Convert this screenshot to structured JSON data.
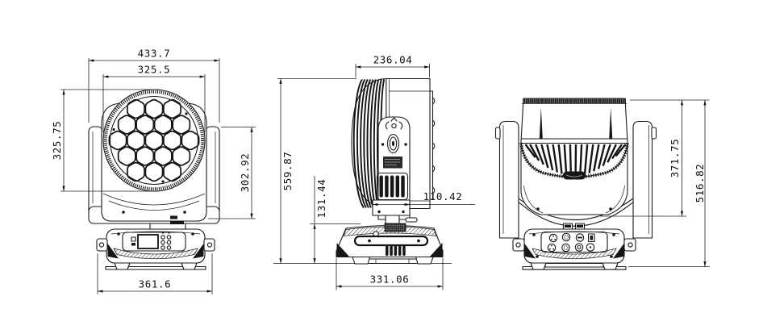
{
  "diagram": {
    "type": "technical-dimension-drawing",
    "subject": "moving-head-stage-light",
    "dims": {
      "front_overall_width": "433.7",
      "front_lens_width": "325.5",
      "front_lens_height": "325.75",
      "front_head_height": "302.92",
      "front_base_width": "361.6",
      "side_head_depth": "236.04",
      "side_total_height": "559.87",
      "side_base_height": "131.44",
      "side_yoke_arm_width": "110.42",
      "side_base_depth": "331.06",
      "rear_head_height": "371.75",
      "rear_yoke_height": "516.82"
    }
  }
}
